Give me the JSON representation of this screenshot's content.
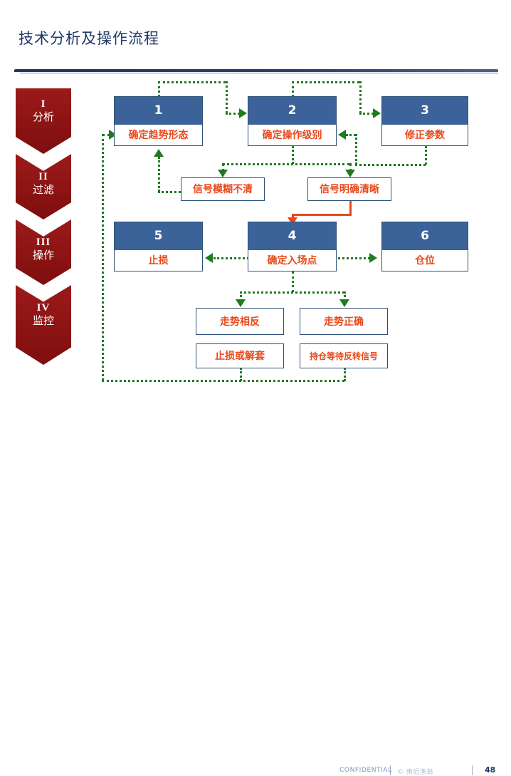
{
  "slide": {
    "title": "技术分析及操作流程",
    "accent_navy": "#1F3864",
    "accent_red": "#8C1212",
    "accent_blue": "#3B6399",
    "accent_orange": "#E8491C",
    "accent_green": "#1E7B1E"
  },
  "phases": [
    {
      "roman": "I",
      "label": "分析"
    },
    {
      "roman": "II",
      "label": "过滤"
    },
    {
      "roman": "III",
      "label": "操作"
    },
    {
      "roman": "IV",
      "label": "监控"
    }
  ],
  "cards": [
    {
      "number": "1",
      "label": "确定趋势形态"
    },
    {
      "number": "2",
      "label": "确定操作级别"
    },
    {
      "number": "3",
      "label": "修正参数"
    },
    {
      "number": "5",
      "label": "止损"
    },
    {
      "number": "4",
      "label": "确定入场点"
    },
    {
      "number": "6",
      "label": "仓位"
    }
  ],
  "filter_boxes": [
    {
      "label": "信号模糊不清"
    },
    {
      "label": "信号明确清晰"
    }
  ],
  "outcome_boxes": [
    {
      "label": "走势相反"
    },
    {
      "label": "走势正确"
    },
    {
      "label": "止损或解套"
    },
    {
      "label": "持仓等待反转信号"
    }
  ],
  "footer": {
    "confidential": "CONFIDENTIAL",
    "copyright": "© 雨后渔翁",
    "page": "48"
  }
}
